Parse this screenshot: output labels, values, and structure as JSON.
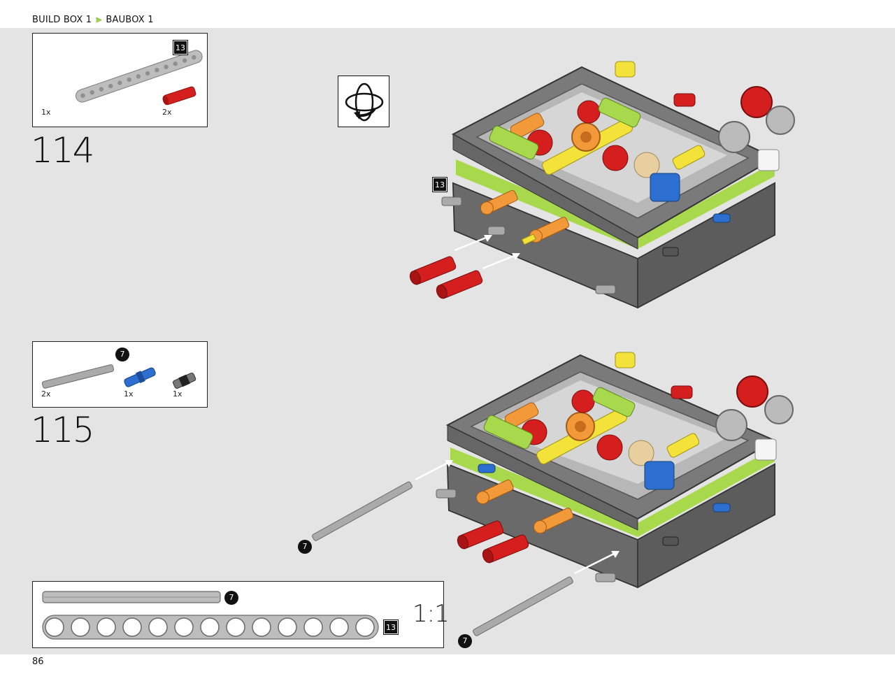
{
  "header": {
    "breadcrumb_en": "BUILD BOX 1",
    "breadcrumb_de": "BAUBOX 1"
  },
  "footer": {
    "page_number": "86"
  },
  "steps": [
    {
      "number": "114",
      "parts": [
        {
          "name": "beam-13",
          "qty": "1x",
          "badge": "13"
        },
        {
          "name": "red-pin",
          "qty": "2x"
        }
      ],
      "callout_badge": "13"
    },
    {
      "number": "115",
      "parts": [
        {
          "name": "axle-7",
          "qty": "2x",
          "badge": "7"
        },
        {
          "name": "blue-pin",
          "qty": "1x"
        },
        {
          "name": "black-connector",
          "qty": "1x"
        }
      ],
      "callout_badges": [
        "7",
        "7"
      ]
    }
  ],
  "scale_reference": {
    "label": "1:1",
    "axle_badge": "7",
    "beam_badge": "13"
  },
  "icons": {
    "rotate": "rotate-model-icon"
  }
}
